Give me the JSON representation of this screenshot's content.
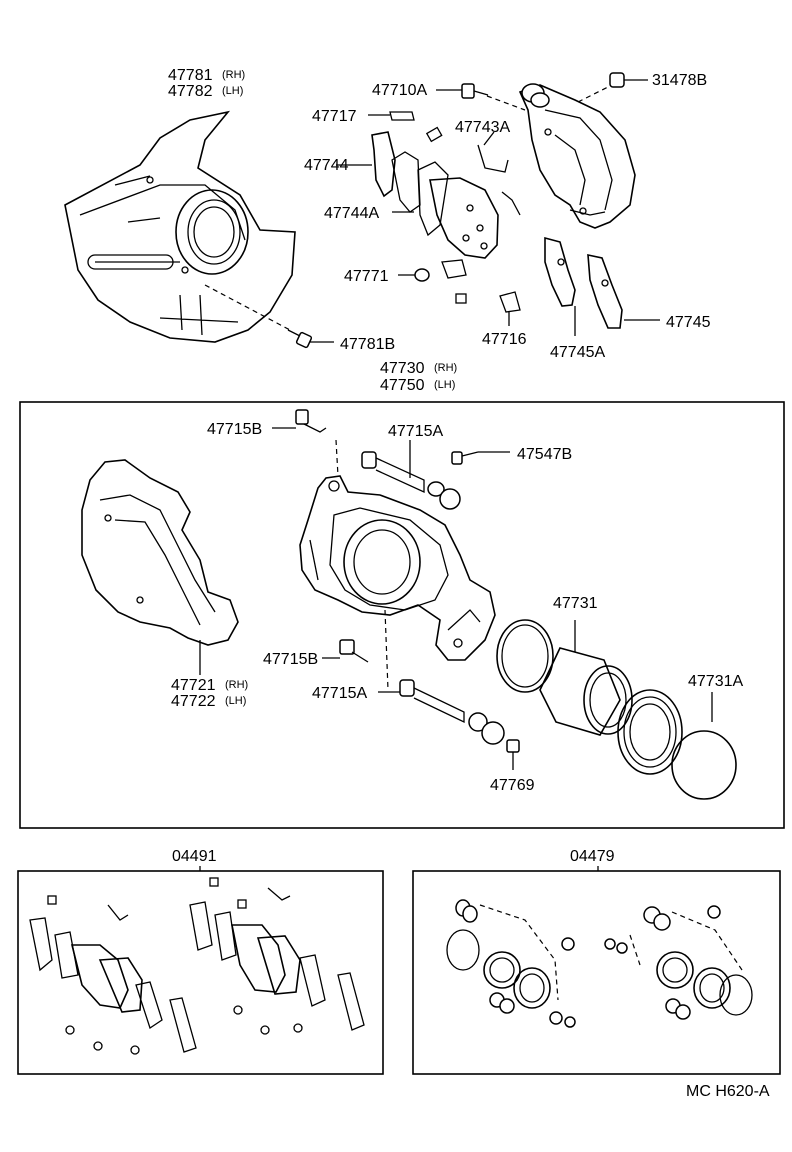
{
  "labels": {
    "p47781": "47781",
    "p47781_side": "(RH)",
    "p47782": "47782",
    "p47782_side": "(LH)",
    "p47710A": "47710A",
    "p31478B": "31478B",
    "p47717": "47717",
    "p47743A": "47743A",
    "p47744": "47744",
    "p47744A": "47744A",
    "p47771": "47771",
    "p47716": "47716",
    "p47745": "47745",
    "p47745A": "47745A",
    "p47781B": "47781B",
    "p47730": "47730",
    "p47730_side": "(RH)",
    "p47750": "47750",
    "p47750_side": "(LH)",
    "p47715B_top": "47715B",
    "p47715A_top": "47715A",
    "p47547B": "47547B",
    "p47731": "47731",
    "p47721": "47721",
    "p47721_side": "(RH)",
    "p47722": "47722",
    "p47722_side": "(LH)",
    "p47715B_bot": "47715B",
    "p47731A": "47731A",
    "p47715A_bot": "47715A",
    "p47769": "47769",
    "kit_pad": "04491",
    "kit_seal": "04479"
  },
  "footer": {
    "code": "MC H620-A"
  }
}
